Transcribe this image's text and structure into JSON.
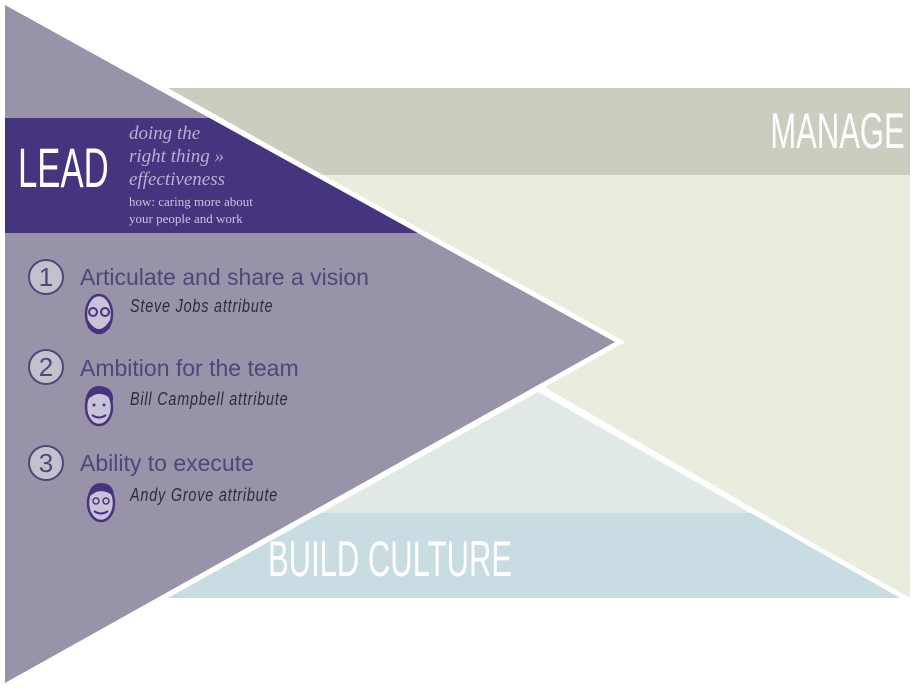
{
  "lead": {
    "title": "LEAD",
    "subtitle_lines": [
      "doing the",
      "right thing »",
      "effectiveness"
    ],
    "how_lines": [
      "how: caring more about",
      "your people and work"
    ],
    "items": [
      {
        "number": "1",
        "text": "Articulate and share a vision",
        "attribute": "Steve Jobs attribute",
        "icon": "steve-jobs-face-icon"
      },
      {
        "number": "2",
        "text": "Ambition for the team",
        "attribute": "Bill Campbell attribute",
        "icon": "bill-campbell-face-icon"
      },
      {
        "number": "3",
        "text": "Ability to execute",
        "attribute": "Andy Grove attribute",
        "icon": "andy-grove-face-icon"
      }
    ]
  },
  "manage": {
    "title": "MANAGE"
  },
  "build_culture": {
    "title": "BUILD CULTURE"
  },
  "colors": {
    "lead_band": "#45357f",
    "lead_body": "#9893a8",
    "manage_band": "#cbcdbf",
    "manage_body": "#e9eddd",
    "culture_body": "#e0e9e6",
    "culture_band": "#c9dce2"
  }
}
